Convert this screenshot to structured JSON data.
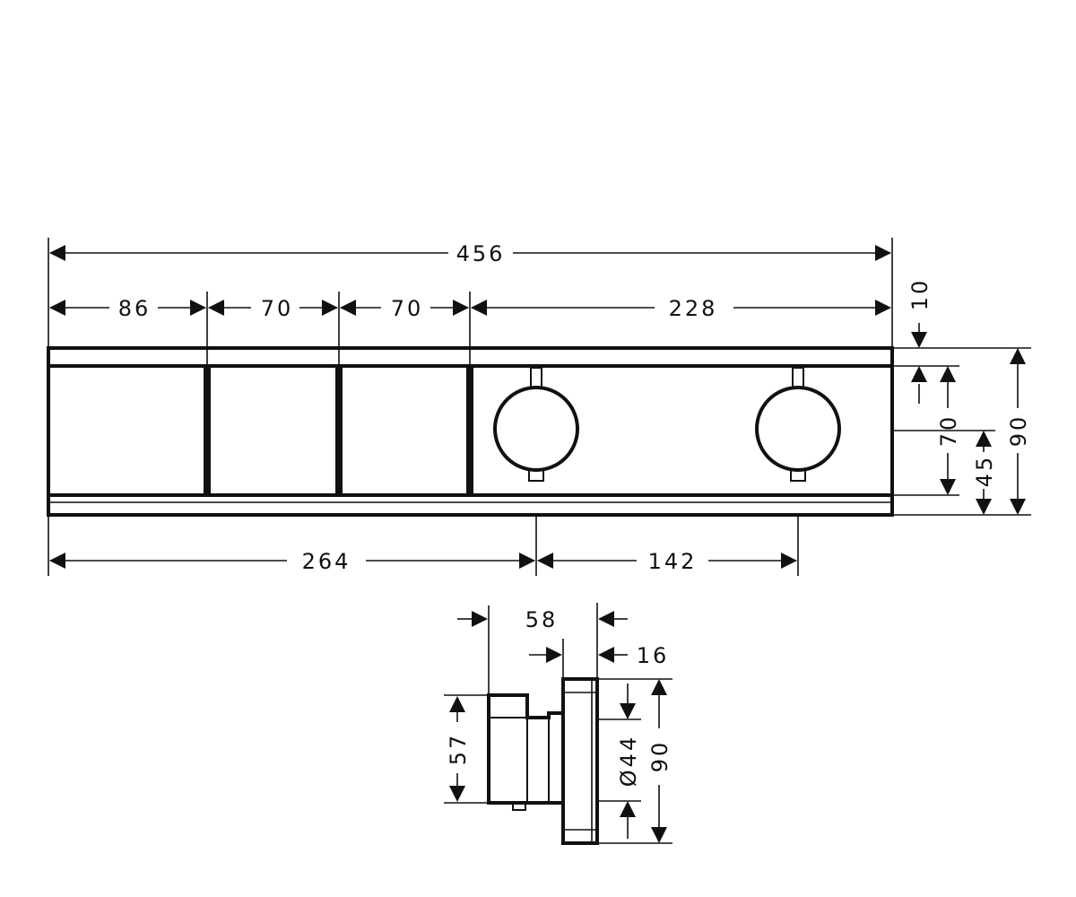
{
  "front_view": {
    "overall_width": "456",
    "seg_1": "86",
    "seg_2": "70",
    "seg_3": "70",
    "seg_4": "228",
    "top_offset": "10",
    "inner_height": "70",
    "knob_center_height": "45",
    "overall_height": "90",
    "left_to_knob1": "264",
    "knob_spacing": "142"
  },
  "side_view": {
    "depth_total": "58",
    "plate_thickness": "16",
    "body_height": "57",
    "knob_diameter": "Ø44",
    "plate_height": "90"
  }
}
